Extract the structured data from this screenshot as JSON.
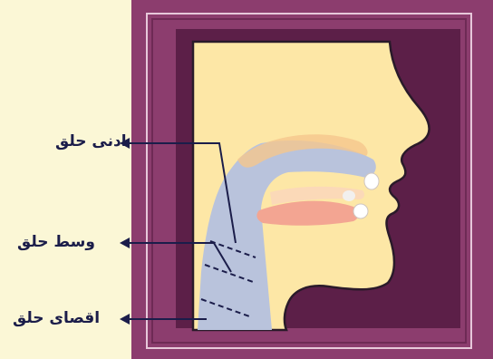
{
  "labels": {
    "upper_throat": "ادنی حلق",
    "middle_throat": "وسط حلق",
    "lower_throat": "اقصای حلق"
  },
  "colors": {
    "background": "#fbf7d6",
    "frame": "#8c3d6e",
    "inner_frame": "#5c1f48",
    "skin": "#fde7a6",
    "airway": "#b9c3dc",
    "mouth_pink": "#f3a592",
    "arrow": "#1b1d4a"
  }
}
